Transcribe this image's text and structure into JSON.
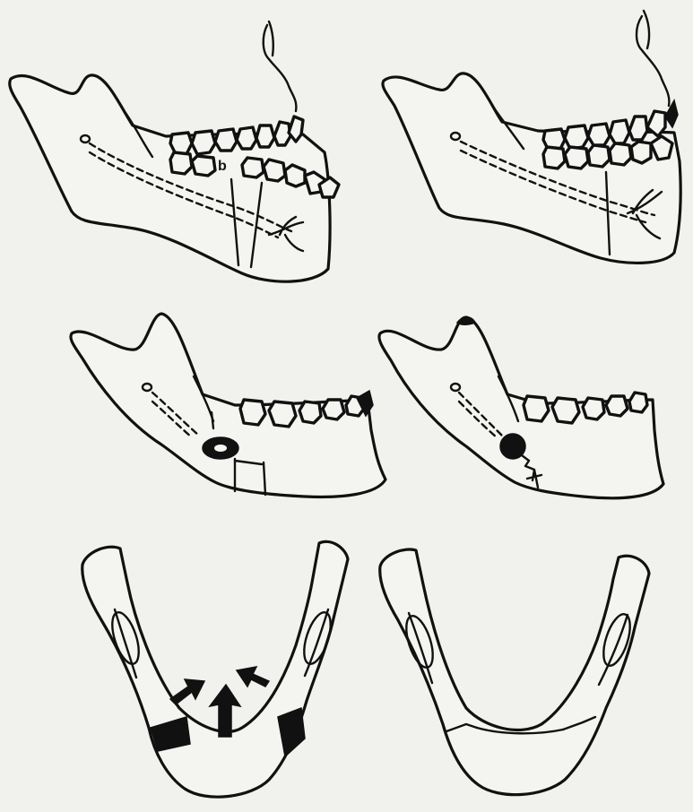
{
  "figure": {
    "panels": [
      {
        "id": "lateral-fracture-top-left"
      },
      {
        "id": "lateral-fixed-top-right"
      },
      {
        "id": "lateral-fracture-mid-left"
      },
      {
        "id": "lateral-fixed-mid-right"
      },
      {
        "id": "frontal-displaced-bottom-left"
      },
      {
        "id": "frontal-reduced-bottom-right"
      }
    ],
    "colors": {
      "background": "#f1f1ed",
      "line": "#111111",
      "fill": "#f4f4f0"
    }
  }
}
